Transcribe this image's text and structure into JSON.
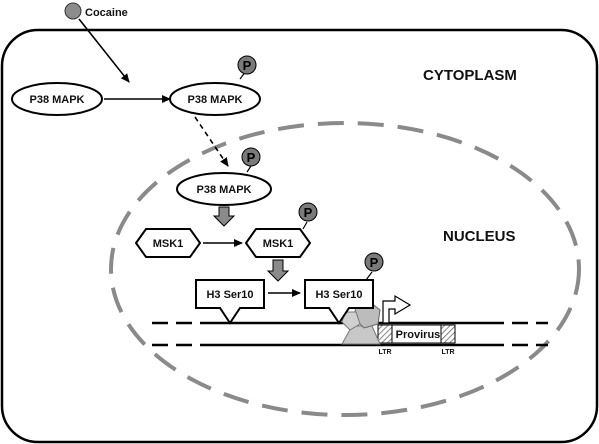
{
  "diagram": {
    "cocaine_label": "Cocaine",
    "cytoplasm_label": "CYTOPLASM",
    "nucleus_label": "NUCLEUS",
    "p38_cyto_label": "P38 MAPK",
    "p38_cyto_phos_label": "P38 MAPK",
    "p38_nuc_label": "P38 MAPK",
    "msk1_label": "MSK1",
    "msk1_phos_label": "MSK1",
    "h3_label": "H3 Ser10",
    "h3_phos_label": "H3 Ser10",
    "phospho_symbol": "P",
    "provirus_label": "Provirus",
    "ltr_left_label": "LTR",
    "ltr_right_label": "LTR",
    "colors": {
      "membrane": "#000000",
      "nuclear_envelope": "#8a8a8a",
      "phospho_badge": "#7a7a7a",
      "cocaine_dot": "#8c8c8c",
      "block_arrow": "#8a8a8a"
    }
  }
}
